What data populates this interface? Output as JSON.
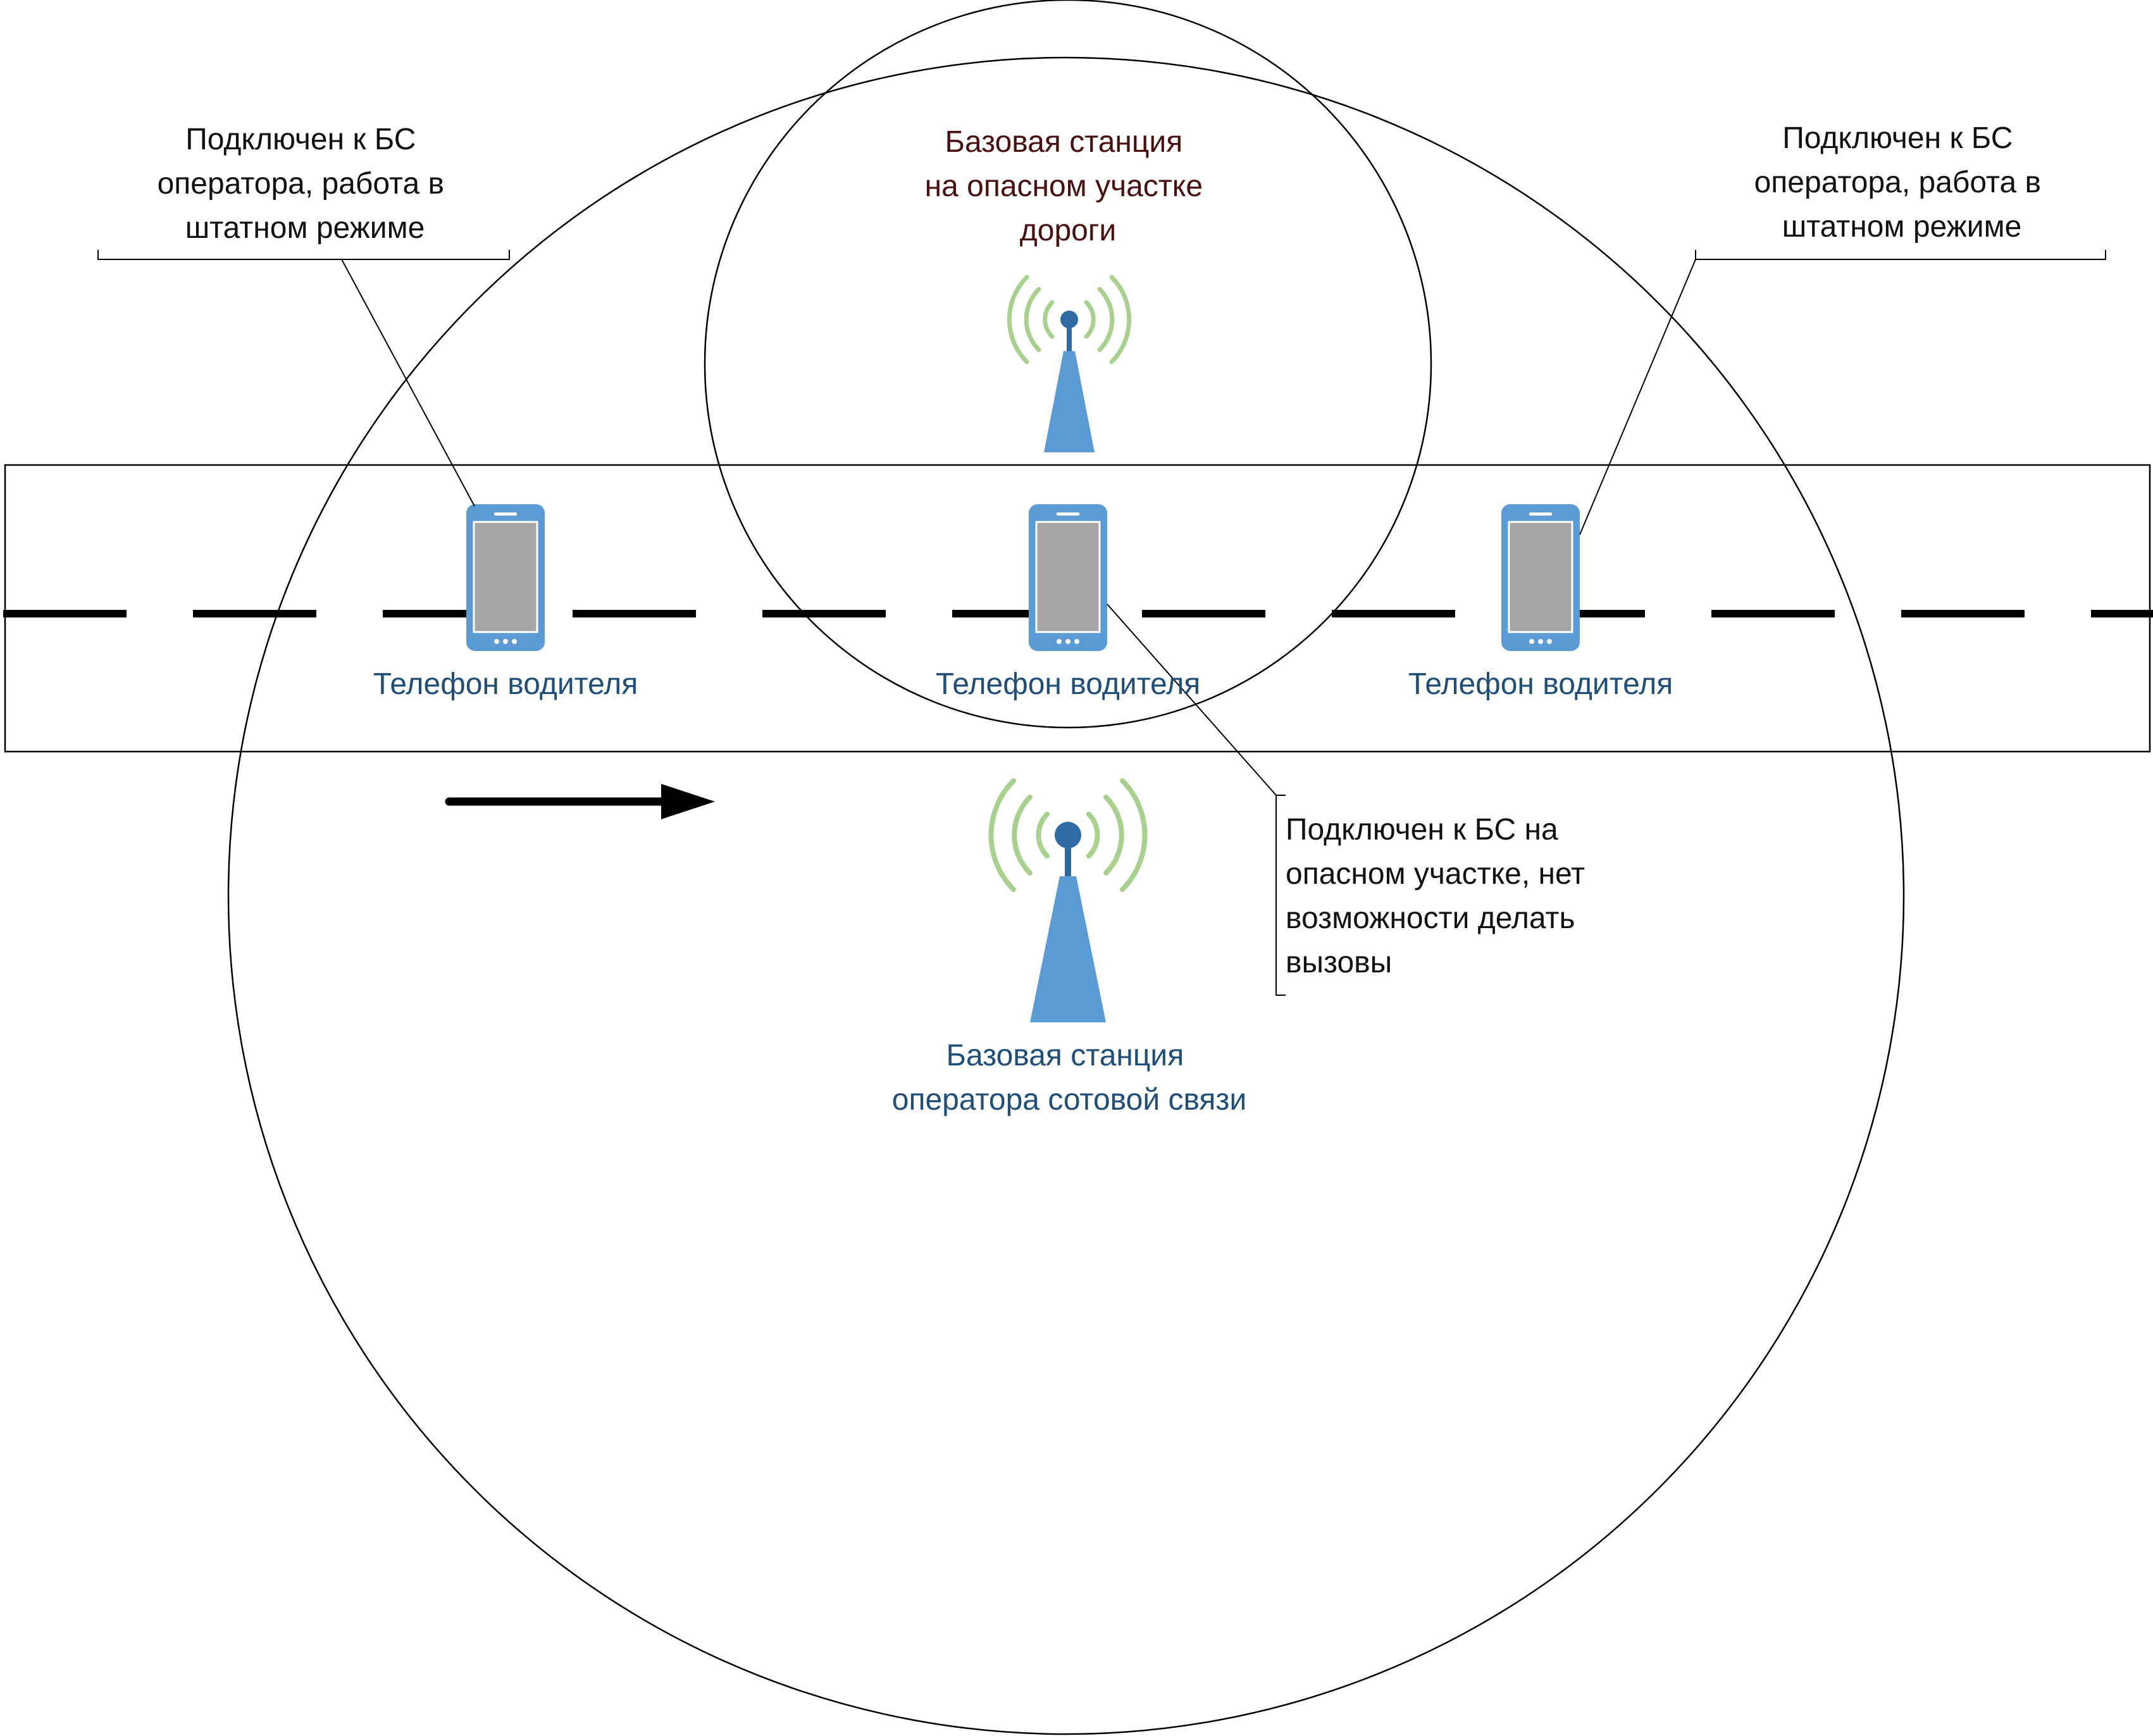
{
  "colors": {
    "device_blue": "#5b9bd5",
    "device_dark": "#2e6aa3",
    "screen_gray": "#a6a6a6",
    "signal_green": "#a9d18e",
    "phone_label": "#1f4e79",
    "danger_label": "#4a1010",
    "line": "#000000"
  },
  "icons": {
    "tower": "cell-tower-icon",
    "phone": "smartphone-icon",
    "arrow": "direction-arrow"
  },
  "danger_station": {
    "label_lines": [
      "Базовая станция",
      "на опасном участке",
      "дороги"
    ]
  },
  "operator_station": {
    "label_lines": [
      "Базовая станция",
      "оператора сотовой связи"
    ]
  },
  "phones": [
    {
      "label": "Телефон водителя"
    },
    {
      "label": "Телефон водителя"
    },
    {
      "label": "Телефон водителя"
    }
  ],
  "callouts": {
    "left": {
      "lines": [
        "Подключен к БС",
        "оператора, работа в",
        "штатном режиме"
      ]
    },
    "right": {
      "lines": [
        "Подключен к БС",
        "оператора, работа в",
        "штатном режиме"
      ]
    },
    "middle": {
      "lines": [
        "Подключен к БС на",
        "опасном участке, нет",
        "возможности делать",
        "вызовы"
      ]
    }
  }
}
